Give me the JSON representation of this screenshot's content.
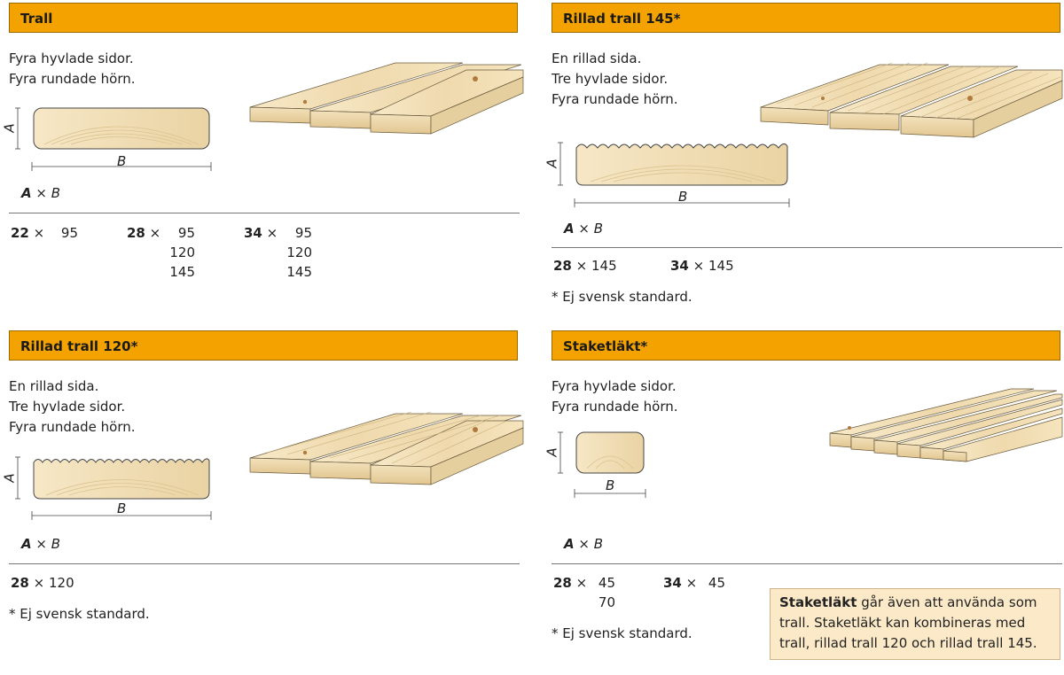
{
  "sections": {
    "trall": {
      "header": "Trall",
      "desc": [
        "Fyra hyvlade sidor.",
        "Fyra rundade hörn."
      ],
      "axis": {
        "a": "A",
        "b": "B"
      },
      "formula": {
        "a": "A",
        "x": "×",
        "b": "B"
      },
      "sizes": [
        {
          "a": "22",
          "x": "×",
          "b": [
            "95"
          ]
        },
        {
          "a": "28",
          "x": "×",
          "b": [
            "95",
            "120",
            "145"
          ]
        },
        {
          "a": "34",
          "x": "×",
          "b": [
            "95",
            "120",
            "145"
          ]
        }
      ]
    },
    "rillad145": {
      "header": "Rillad trall 145*",
      "desc": [
        "En rillad sida.",
        "Tre hyvlade sidor.",
        "Fyra rundade hörn."
      ],
      "axis": {
        "a": "A",
        "b": "B"
      },
      "formula": {
        "a": "A",
        "x": "×",
        "b": "B"
      },
      "sizes": [
        {
          "a": "28",
          "x": "×",
          "b": [
            "145"
          ]
        },
        {
          "a": "34",
          "x": "×",
          "b": [
            "145"
          ]
        }
      ],
      "footnote": "* Ej svensk standard."
    },
    "rillad120": {
      "header": "Rillad trall 120*",
      "desc": [
        "En rillad sida.",
        "Tre hyvlade sidor.",
        "Fyra rundade hörn."
      ],
      "axis": {
        "a": "A",
        "b": "B"
      },
      "formula": {
        "a": "A",
        "x": "×",
        "b": "B"
      },
      "sizes": [
        {
          "a": "28",
          "x": "×",
          "b": [
            "120"
          ]
        }
      ],
      "footnote": "* Ej svensk standard."
    },
    "staketlakt": {
      "header": "Staketläkt*",
      "desc": [
        "Fyra hyvlade sidor.",
        "Fyra rundade hörn."
      ],
      "axis": {
        "a": "A",
        "b": "B"
      },
      "formula": {
        "a": "A",
        "x": "×",
        "b": "B"
      },
      "sizes": [
        {
          "a": "28",
          "x": "×",
          "b": [
            "45",
            "70"
          ]
        },
        {
          "a": "34",
          "x": "×",
          "b": [
            "45"
          ]
        }
      ],
      "footnote": "* Ej svensk standard.",
      "note": {
        "bold": "Staketläkt",
        "text": " går även att använda som trall. Staketläkt kan kombineras med trall, rillad trall 120 och rillad trall 145."
      }
    }
  },
  "colors": {
    "header": "#f3a200",
    "wood": "#f4e3bf",
    "note_bg": "#fbe9c8"
  }
}
